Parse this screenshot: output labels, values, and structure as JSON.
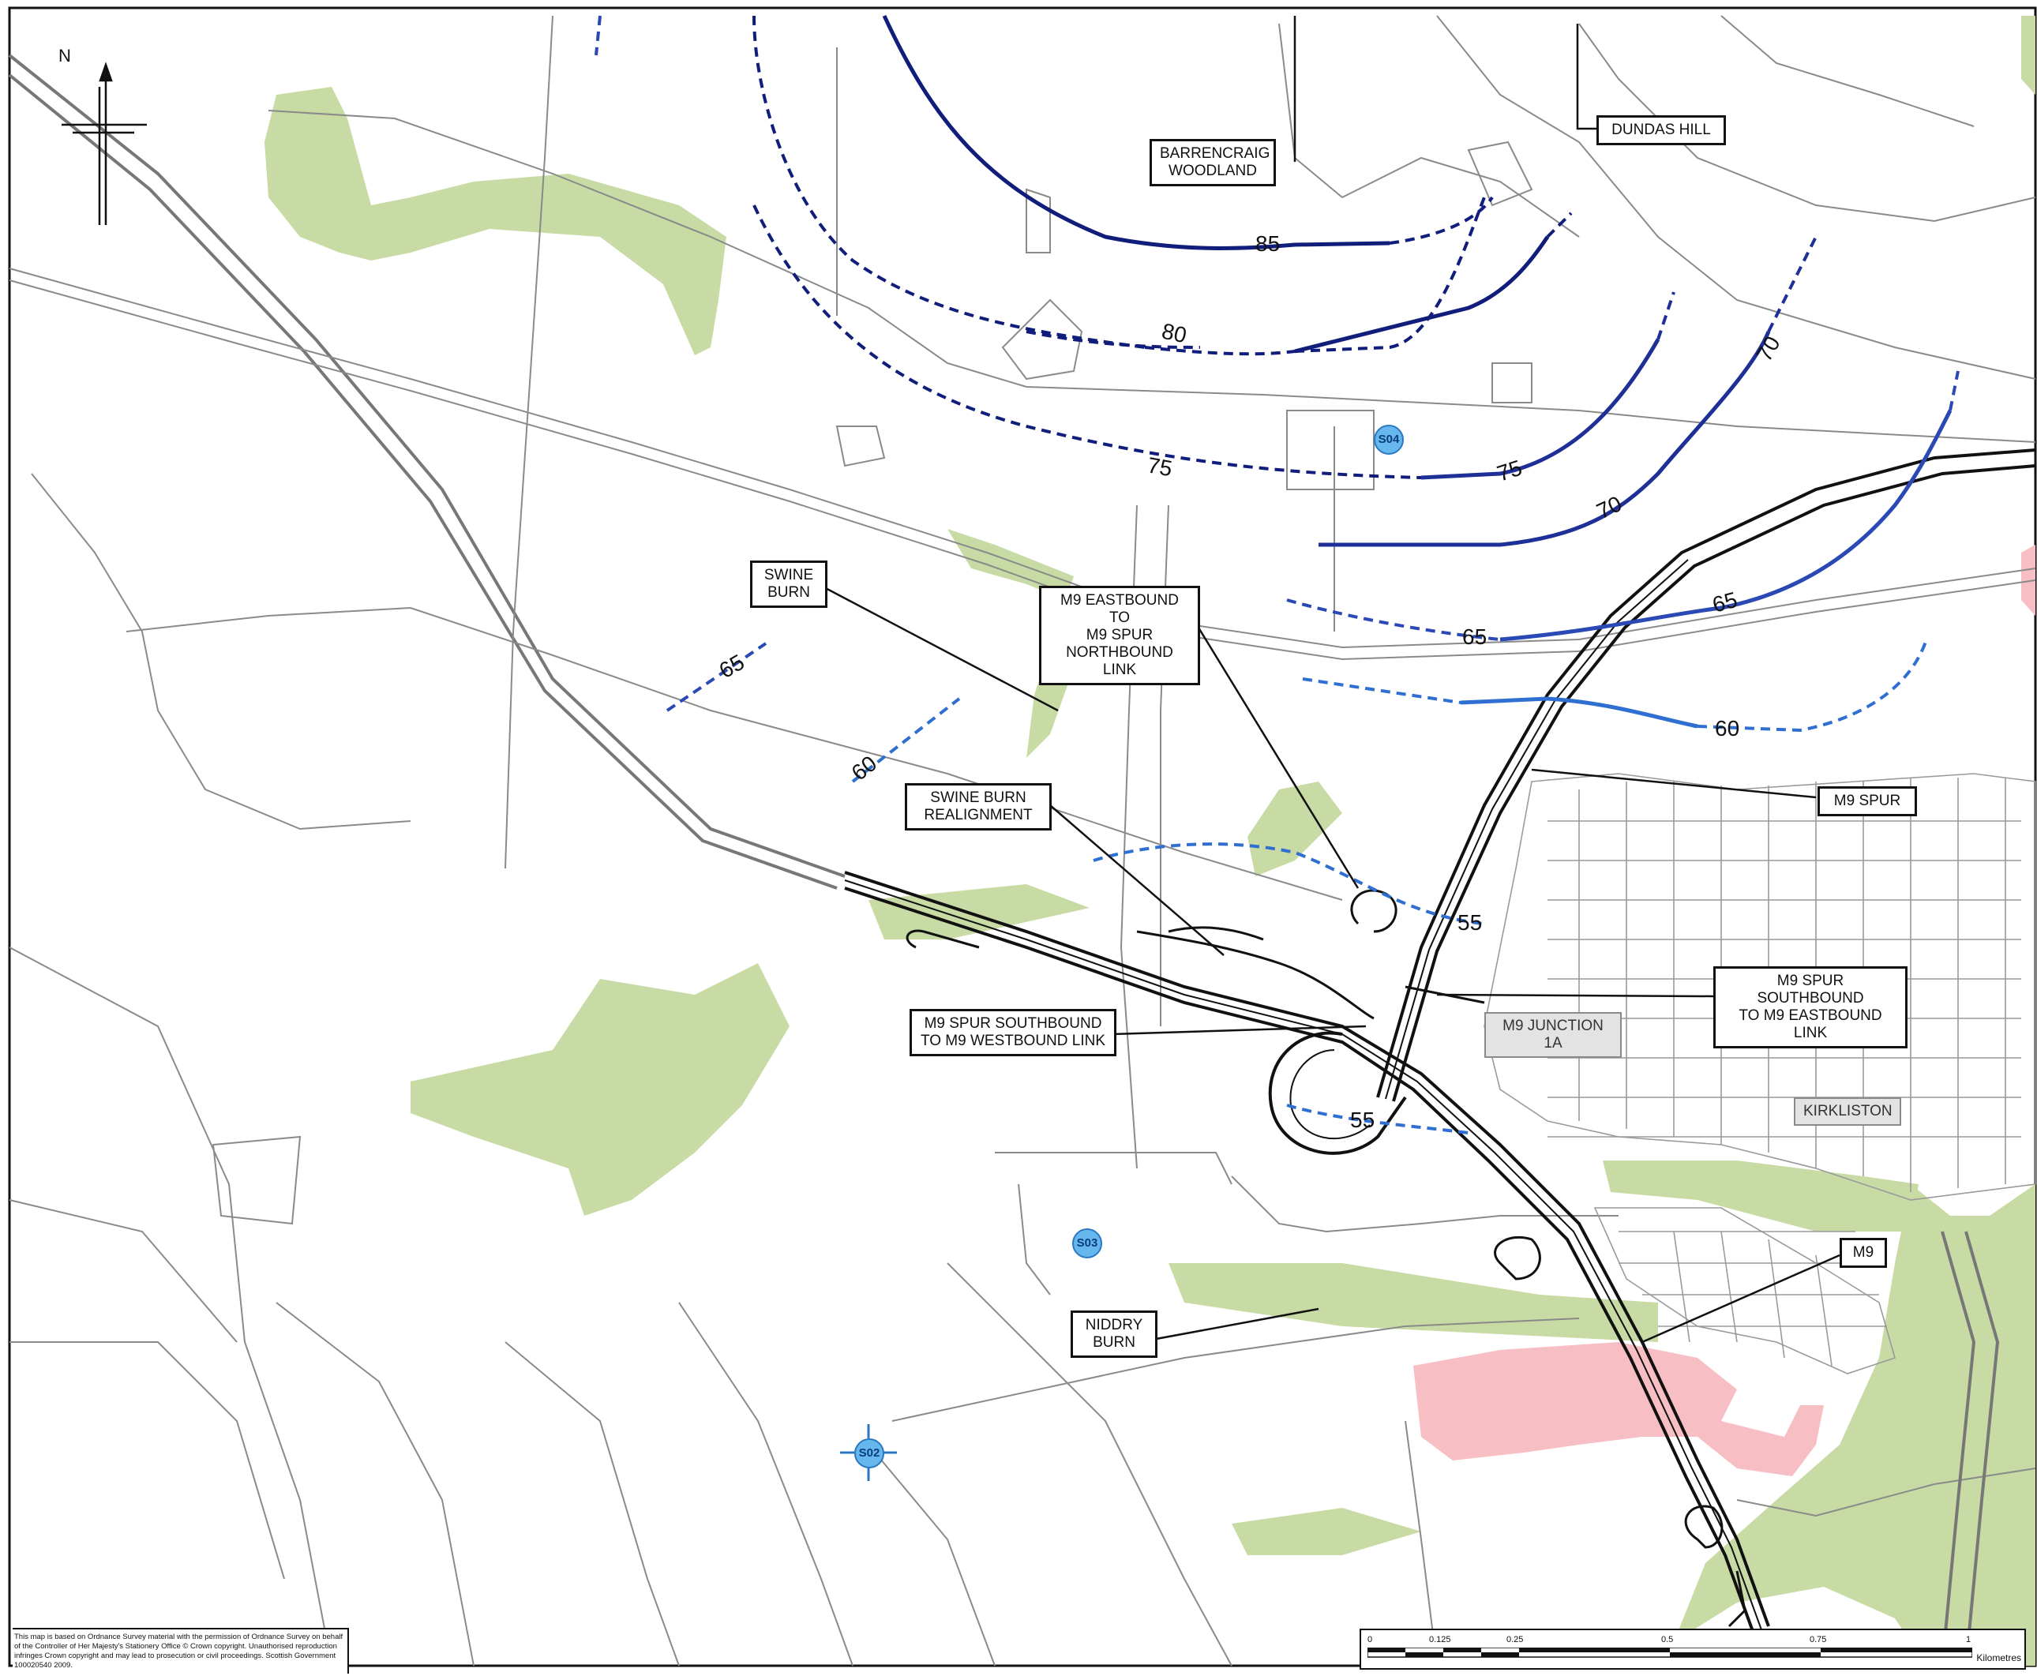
{
  "north_label": "N",
  "labels": {
    "barrencraig": "BARRENCRAIG\nWOODLAND",
    "dundas_hill": "DUNDAS HILL",
    "swine_burn": "SWINE\nBURN",
    "m9_eb_spur_nb": "M9 EASTBOUND TO\nM9 SPUR\nNORTHBOUND LINK",
    "m9_spur": "M9 SPUR",
    "swine_burn_realignment": "SWINE BURN\nREALIGNMENT",
    "m9_spur_sb_eb": "M9 SPUR SOUTHBOUND\nTO M9 EASTBOUND LINK",
    "m9_spur_sb_wb": "M9 SPUR SOUTHBOUND\nTO M9 WESTBOUND LINK",
    "m9_junction": "M9 JUNCTION\n1A",
    "kirkliston": "KIRKLISTON",
    "niddry_burn": "NIDDRY\nBURN",
    "m9": "M9"
  },
  "contours": {
    "c85": "85",
    "c80": "80",
    "c75a": "75",
    "c75b": "75",
    "c70a": "70",
    "c70b": "70",
    "c65a": "65",
    "c65b": "65",
    "c65c": "65",
    "c60a": "60",
    "c60b": "60",
    "c55a": "55",
    "c55b": "55"
  },
  "sites": {
    "s02": "S02",
    "s03": "S03",
    "s04": "S04"
  },
  "colors": {
    "woodland": "#c8dba5",
    "pink_area": "#f7bfc3",
    "contour_dark": "#101d7a",
    "contour_mid": "#2a49b5",
    "contour_light": "#2f6fd1",
    "site_marker": "#66b7ee"
  },
  "scale": {
    "ticks": [
      "0",
      "0.125",
      "0.25",
      "0.5",
      "0.75",
      "1"
    ],
    "unit": "Kilometres"
  },
  "copyright": "This map is based on Ordnance Survey material with the permission of Ordnance Survey on behalf of the Controller of Her Majesty's Stationery Office © Crown copyright. Unauthorised reproduction infringes Crown copyright and may lead to prosecution or civil proceedings. Scottish Government 100020540 2009."
}
